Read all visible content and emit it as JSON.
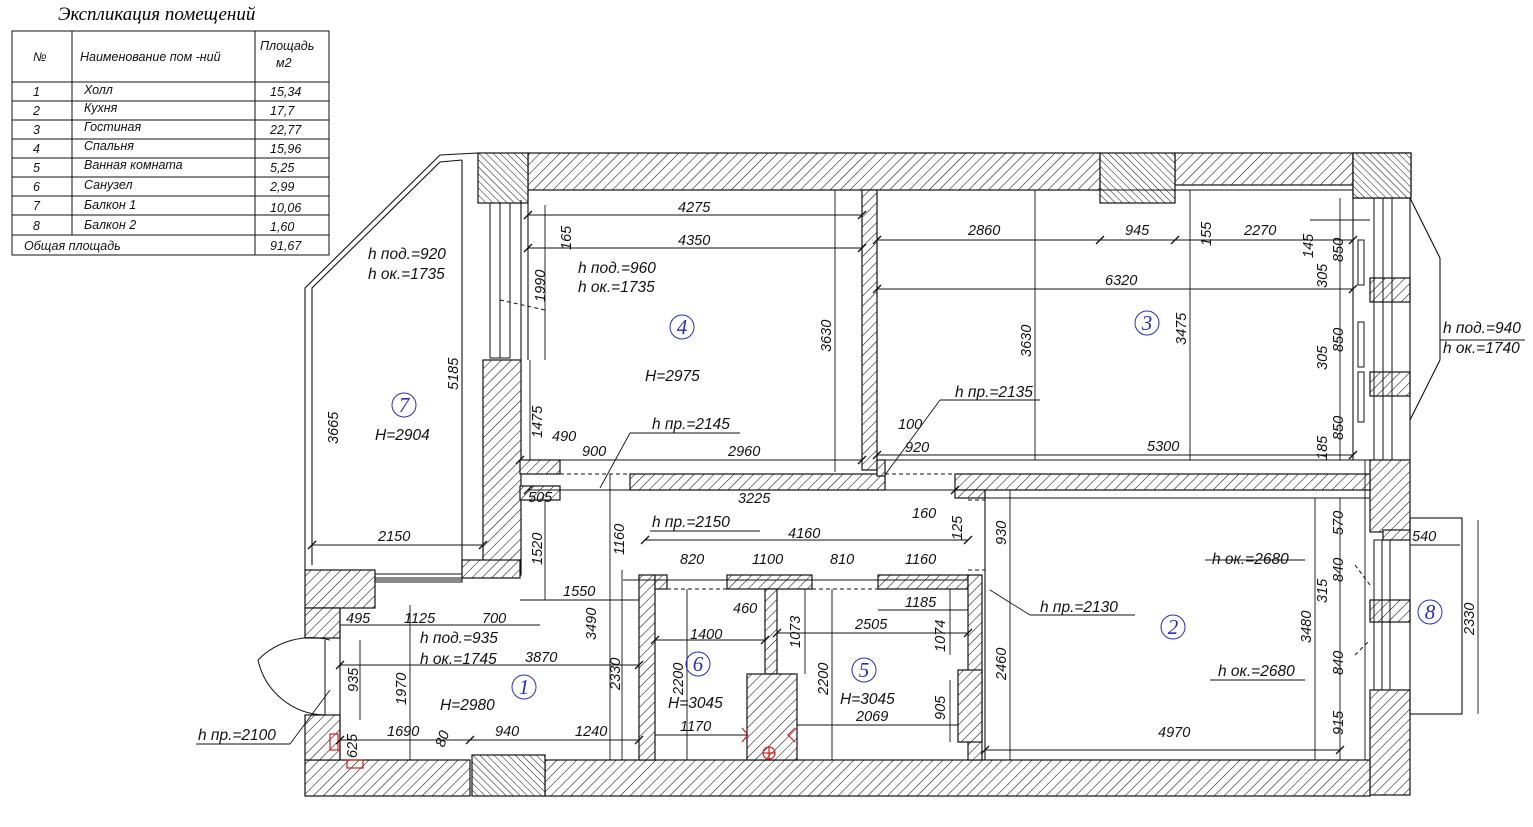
{
  "title": "Экспликация помещений",
  "table": {
    "headers": {
      "no": "№",
      "name": "Наименование пом -ний",
      "area_l1": "Площадь",
      "area_l2": "м2"
    },
    "rows": [
      {
        "no": "1",
        "name": "Холл",
        "area": "15,34"
      },
      {
        "no": "2",
        "name": "Кухня",
        "area": "17,7"
      },
      {
        "no": "3",
        "name": "Гостиная",
        "area": "22,77"
      },
      {
        "no": "4",
        "name": "Спальня",
        "area": "15,96"
      },
      {
        "no": "5",
        "name": "Ванная комната",
        "area": "5,25"
      },
      {
        "no": "6",
        "name": "Санузел",
        "area": "2,99"
      },
      {
        "no": "7",
        "name": "Балкон 1",
        "area": "10,06"
      },
      {
        "no": "8",
        "name": "Балкон 2",
        "area": "1,60"
      }
    ],
    "total_label": "Общая площадь",
    "total_value": "91,67"
  },
  "rooms": [
    {
      "no": "1",
      "height": "H=2980"
    },
    {
      "no": "2",
      "height": ""
    },
    {
      "no": "3",
      "height": ""
    },
    {
      "no": "4",
      "height": "H=2975"
    },
    {
      "no": "5",
      "height": "H=3045"
    },
    {
      "no": "6",
      "height": "H=3045"
    },
    {
      "no": "7",
      "height": "H=2904"
    },
    {
      "no": "8",
      "height": ""
    }
  ],
  "notes": {
    "n7_sill": "h под.=920",
    "n7_win": "h ок.=1735",
    "n4_sill": "h под.=960",
    "n4_win": "h ок.=1735",
    "n3_sill": "h под.=940",
    "n3_win": "h ок.=1740",
    "n1_sill": "h под.=935",
    "n1_win": "h ок.=1745",
    "p2145": "h пр.=2145",
    "p2135": "h пр.=2135",
    "p2150": "h пр.=2150",
    "p2130": "h пр.=2130",
    "p2100": "h пр.=2100",
    "k_win1": "h ок.=2680",
    "k_win2": "h ок.=2680"
  },
  "dims": {
    "d4275": "4275",
    "d4350": "4350",
    "d165": "165",
    "d1990": "1990",
    "d3630a": "3630",
    "d2860": "2860",
    "d945": "945",
    "d155": "155",
    "d2270": "2270",
    "d145": "145",
    "d6320": "6320",
    "d3630b": "3630",
    "d3475": "3475",
    "d850a": "850",
    "d305a": "305",
    "d850b": "850",
    "d305b": "305",
    "d850c": "850",
    "d185": "185",
    "d5185": "5185",
    "d3665": "3665",
    "d2150": "2150",
    "d1475": "1475",
    "d490": "490",
    "d900": "900",
    "d2960": "2960",
    "d100": "100",
    "d920": "920",
    "d5300": "5300",
    "d505": "505",
    "d3225": "3225",
    "d1520": "1520",
    "d1160a": "1160",
    "d4160": "4160",
    "d820": "820",
    "d1100": "1100",
    "d810": "810",
    "d1160b": "1160",
    "d160": "160",
    "d125": "125",
    "d930": "930",
    "d570": "570",
    "d540": "540",
    "d840a": "840",
    "d315": "315",
    "d3480": "3480",
    "d840b": "840",
    "d2330a": "2330",
    "d915": "915",
    "d4970": "4970",
    "d2460": "2460",
    "d1550": "1550",
    "d495": "495",
    "d1125": "1125",
    "d700": "700",
    "d3870": "3870",
    "d935": "935",
    "d1970": "1970",
    "d3490": "3490",
    "d2330b": "2330",
    "d460": "460",
    "d1185": "1185",
    "d1400": "1400",
    "d1073": "1073",
    "d2505": "2505",
    "d1074": "1074",
    "d2200a": "2200",
    "d2200b": "2200",
    "d1690": "1690",
    "d625": "625",
    "d80": "80",
    "d940": "940",
    "d1240": "1240",
    "d1170": "1170",
    "d2069": "2069",
    "d905": "905"
  }
}
